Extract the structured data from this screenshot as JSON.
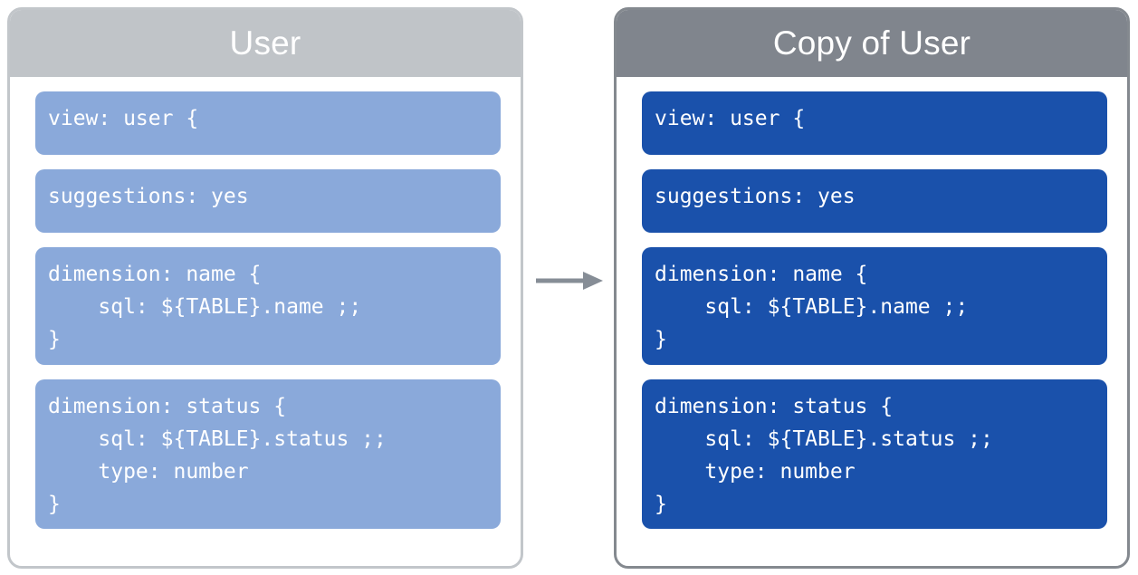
{
  "diagram": {
    "type": "copy-transformation",
    "title_left": "User",
    "title_right": "Copy of User",
    "arrow_label": "",
    "colors": {
      "source_header": "#c0c4c8",
      "target_header": "#80858d",
      "source_block": "#8aa9da",
      "target_block": "#1a51ab",
      "source_border": "#c2c6ca",
      "target_border": "#84898f",
      "arrow": "#868d96",
      "code_text": "#ffffff",
      "background": "#ffffff"
    }
  },
  "panels": {
    "source": {
      "title": "User",
      "blocks": [
        {
          "name": "view-declaration",
          "code": "view: user {",
          "lines": 1
        },
        {
          "name": "suggestions-parameter",
          "code": "suggestions: yes",
          "lines": 1
        },
        {
          "name": "dimension-name",
          "code": "dimension: name {\n    sql: ${TABLE}.name ;;\n}",
          "lines": 3
        },
        {
          "name": "dimension-status",
          "code": "dimension: status {\n    sql: ${TABLE}.status ;;\n    type: number\n}",
          "lines": 4
        }
      ]
    },
    "target": {
      "title": "Copy of User",
      "blocks": [
        {
          "name": "view-declaration",
          "code": "view: user {",
          "lines": 1
        },
        {
          "name": "suggestions-parameter",
          "code": "suggestions: yes",
          "lines": 1
        },
        {
          "name": "dimension-name",
          "code": "dimension: name {\n    sql: ${TABLE}.name ;;\n}",
          "lines": 3
        },
        {
          "name": "dimension-status",
          "code": "dimension: status {\n    sql: ${TABLE}.status ;;\n    type: number\n}",
          "lines": 4
        }
      ]
    }
  },
  "arrow": {
    "icon": "arrow-right-icon",
    "direction": "right"
  }
}
